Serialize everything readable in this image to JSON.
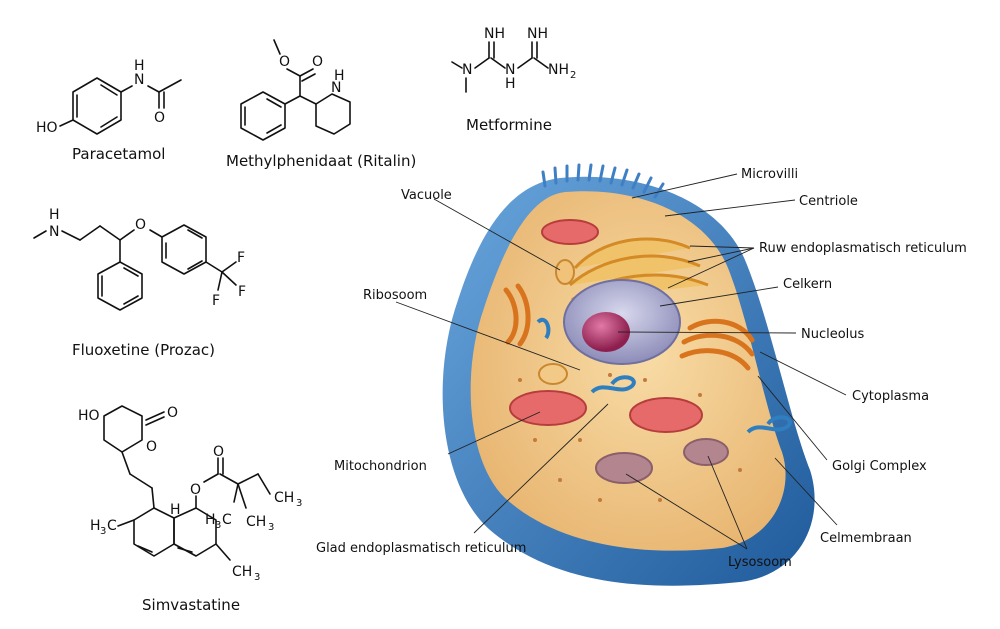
{
  "molecules": {
    "paracetamol": {
      "name": "Paracetamol",
      "atoms": {
        "ho": "HO",
        "n": "N",
        "h": "H",
        "o": "O"
      }
    },
    "ritalin": {
      "name": "Methylphenidaat (Ritalin)",
      "atoms": {
        "o_ether": "O",
        "o_carbonyl": "O",
        "n": "N",
        "h": "H"
      }
    },
    "metformine": {
      "name": "Metformine",
      "atoms": {
        "nh1": "NH",
        "nh2": "NH",
        "n": "N",
        "n_link": "N",
        "h": "H",
        "nh2_term": "NH",
        "nh2_sub": "2"
      }
    },
    "fluoxetine": {
      "name": "Fluoxetine (Prozac)",
      "atoms": {
        "h": "H",
        "n": "N",
        "o": "O",
        "f1": "F",
        "f2": "F",
        "f3": "F"
      }
    },
    "simvastatine": {
      "name": "Simvastatine",
      "atoms": {
        "ho": "HO",
        "o_ring": "O",
        "o_carbonyl": "O",
        "o_ester": "O",
        "o_ester_carbonyl": "O",
        "ch3_a": "CH",
        "ch3_a_sub": "3",
        "h3c_a": "H",
        "h3c_a_sub": "3",
        "h3c_a_c": "C",
        "ch3_b": "CH",
        "ch3_b_sub": "3",
        "h3c_b": "H",
        "h3c_b_sub": "3",
        "h3c_b_c": "C",
        "ch3_c": "CH",
        "ch3_c_sub": "3",
        "h_bridge": "H"
      }
    }
  },
  "cell": {
    "colors": {
      "membrane": "#3f7fc4",
      "cytoplasm": "#f1c98a",
      "nucleus": "#b9b9d8",
      "nucleolus": "#b3336a",
      "mitochondrion": "#d9534f",
      "golgi": "#e8902a",
      "er_smooth": "#2f7fc0",
      "lysosome": "#b07a8a"
    },
    "labels": {
      "microvilli": "Microvilli",
      "centriole": "Centriole",
      "rough_er": "Ruw endoplasmatisch reticulum",
      "vacuole": "Vacuole",
      "celkern": "Celkern",
      "ribosoom": "Ribosoom",
      "nucleolus": "Nucleolus",
      "cytoplasma": "Cytoplasma",
      "mitochondrion": "Mitochondrion",
      "golgi": "Golgi Complex",
      "celmembraan": "Celmembraan",
      "smooth_er": "Glad endoplasmatisch reticulum",
      "lysosoom": "Lysosoom"
    }
  }
}
